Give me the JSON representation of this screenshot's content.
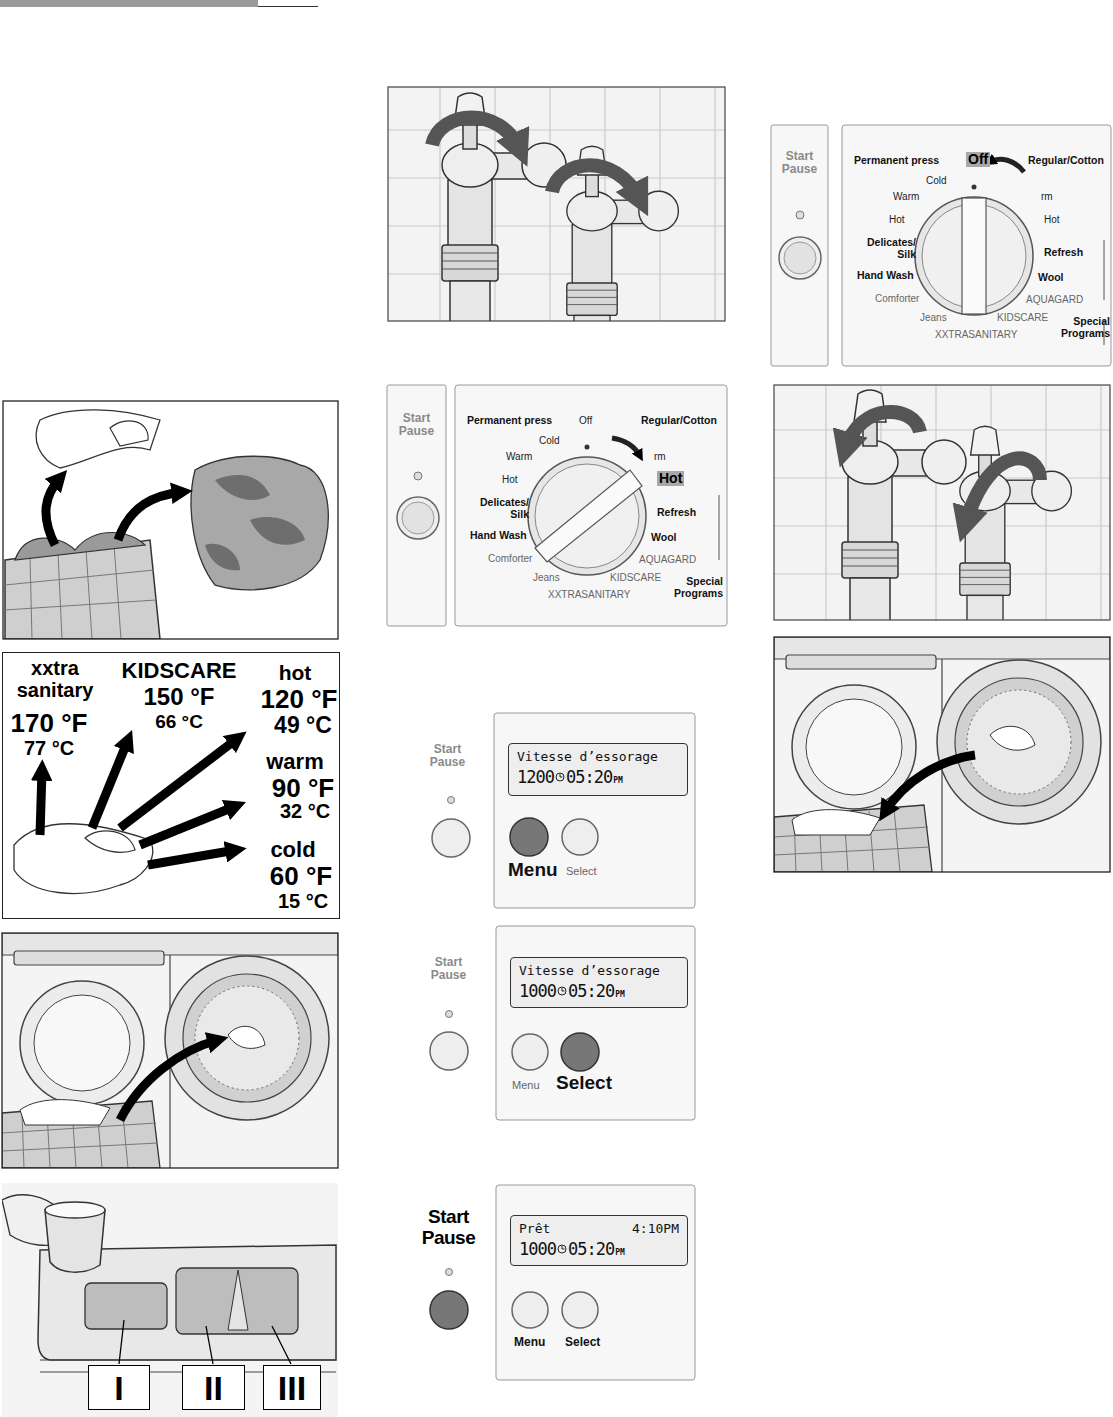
{
  "diagram": {
    "nodes": [
      {
        "text": [
          "Start",
          "Pause"
        ]
      },
      {
        "text": [
          "Start",
          "Pause"
        ]
      },
      {
        "text": [
          "Start",
          "Pause"
        ]
      },
      {
        "text": [
          "Start",
          "Pause"
        ]
      },
      {
        "text": [
          "Start",
          "Pause"
        ]
      },
      {
        "text": [
          "Vitesse d’essorage",
          "1200",
          "05:20",
          "PM"
        ]
      },
      {
        "text": [
          "Vitesse d’essorage",
          "1000",
          "05:20",
          "PM"
        ]
      },
      {
        "text": [
          "Prêt",
          "4:10PM",
          "1000",
          "05:20",
          "PM"
        ]
      },
      {
        "text": [
          "xxtra sanitary",
          "170 °F",
          "77 °C",
          "KIDSCARE",
          "150 °F",
          "66 °C",
          "hot",
          "120 °F",
          "49 °C",
          "warm",
          "90 °F",
          "32 °C",
          "cold",
          "60 °F",
          "15 °C"
        ]
      },
      {
        "text": [
          "I"
        ]
      },
      {
        "text": [
          "II"
        ]
      },
      {
        "text": [
          "III"
        ]
      }
    ],
    "labels": [
      "Permanent press",
      "Off",
      "Regular/Cotton",
      "Cold",
      "Warm",
      "rm",
      "Hot",
      "Hot",
      "Delicates/ Silk",
      "Refresh",
      "Hand Wash",
      "Wool",
      "Comforter",
      "AQUAGARD",
      "Jeans",
      "KIDSCARE",
      "Special Programs",
      "XXTRASANITARY",
      "Permanent press",
      "Off",
      "Regular/Cotton",
      "Cold",
      "Warm",
      "rm",
      "Hot",
      "Hot",
      "Delicates/ Silk",
      "Refresh",
      "Hand Wash",
      "Wool",
      "Comforter",
      "AQUAGARD",
      "Jeans",
      "KIDSCARE",
      "Special Programs",
      "XXTRASANITARY",
      "Menu",
      "Select",
      "Menu",
      "Select",
      "Menu",
      "Select"
    ]
  }
}
